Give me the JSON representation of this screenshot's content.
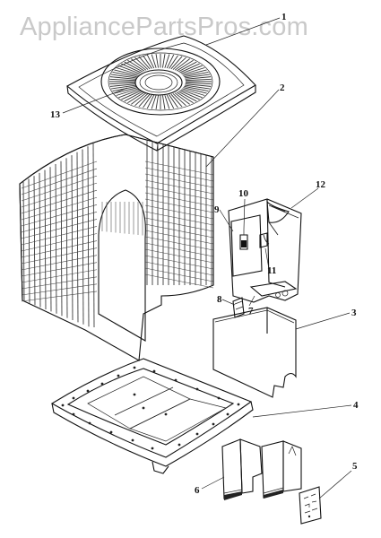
{
  "watermark": "AppliancePartsPros.com",
  "parts": [
    {
      "id": "top-cover",
      "number": "1"
    },
    {
      "id": "coil-guard",
      "number": "2"
    },
    {
      "id": "control-panel-cover",
      "number": "3"
    },
    {
      "id": "base-pan",
      "number": "4"
    },
    {
      "id": "wiring-label",
      "number": "5"
    },
    {
      "id": "service-panel",
      "number": "6"
    },
    {
      "id": "control-box-bottom",
      "number": "7"
    },
    {
      "id": "bracket",
      "number": "8"
    },
    {
      "id": "control-panel",
      "number": "9"
    },
    {
      "id": "relay",
      "number": "10"
    },
    {
      "id": "terminal",
      "number": "11"
    },
    {
      "id": "control-box",
      "number": "12"
    },
    {
      "id": "fan-grille",
      "number": "13"
    }
  ]
}
